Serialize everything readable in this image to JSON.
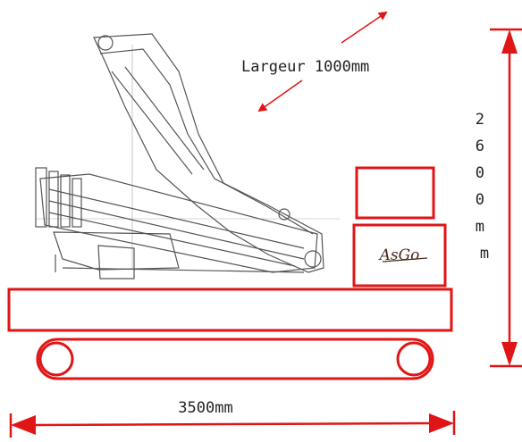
{
  "labels": {
    "width_label": "Largeur 1000mm",
    "height_label": "2600mm",
    "length_label": "3500mm",
    "logo_text": "AsGo"
  },
  "colors": {
    "dimension_red": "#e01515",
    "sketch_gray": "#555555"
  }
}
